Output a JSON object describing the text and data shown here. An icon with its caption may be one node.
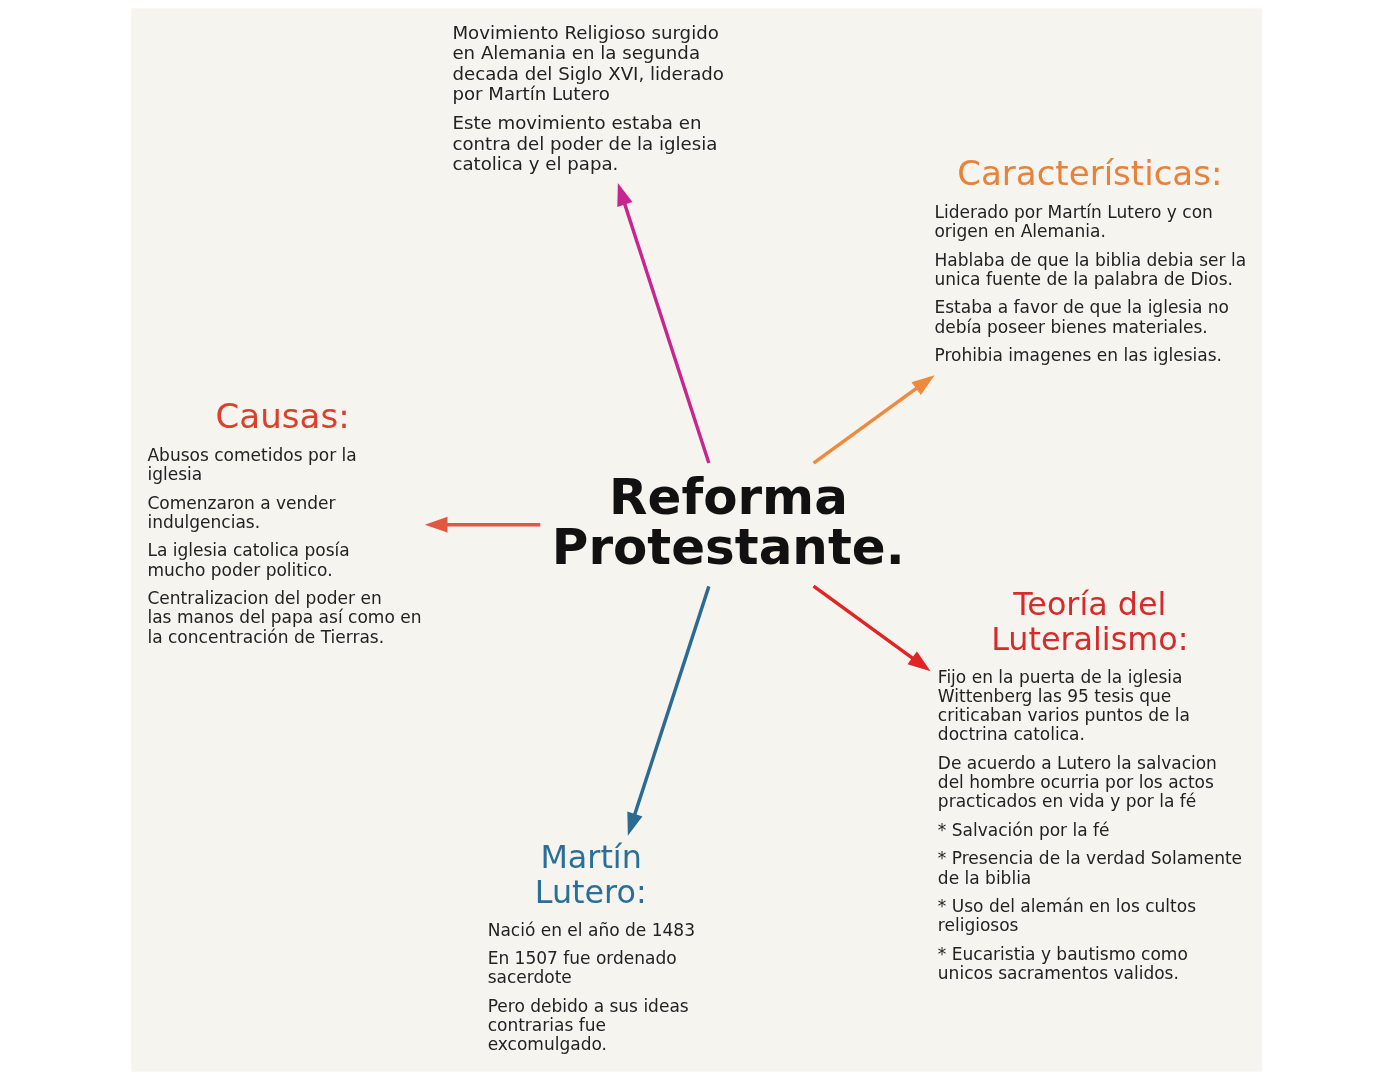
{
  "diagram": {
    "nodes": [
      {
        "text": [
          "Reforma Protestante."
        ]
      },
      {
        "text": [
          "Movimiento Religioso surgido en Alemania en la segunda decada del Siglo XVI, liderado por Martín Lutero",
          "Este movimiento estaba en contra del poder de la iglesia catolica y el papa."
        ]
      },
      {
        "text": [
          "Características:",
          "Liderado por Martín Lutero y con origen en Alemania.",
          "Hablaba de que la biblia debia ser la unica fuente de la palabra de Dios.",
          "Estaba a favor de que la iglesia no debía poseer bienes materiales.",
          "Prohibia imagenes en las iglesias."
        ]
      },
      {
        "text": [
          "Causas:",
          "Abusos cometidos por la iglesia",
          "Comenzaron a vender indulgencias.",
          "La iglesia catolica posía mucho poder politico.",
          "Centralizacion del poder en las manos del papa así como en la concentración de Tierras."
        ]
      },
      {
        "text": [
          "Martín Lutero:",
          "Nació en el año de 1483",
          "En 1507 fue ordenado sacerdote",
          "Pero debido a sus ideas contrarias fue excomulgado."
        ]
      },
      {
        "text": [
          "Teoría del Luteralismo:",
          "Fijo en la puerta de la iglesia Wittenberg las 95 tesis que criticaban varios puntos de la doctrina catolica.",
          "De acuerdo a Lutero la salvacion del hombre ocurria por los actos practicados en vida y por la fé",
          "* Salvación por la fé",
          "* Presencia de la verdad Solamente de la biblia",
          "* Uso del alemán en los cultos religiosos",
          "* Eucaristia y bautismo como unicos sacramentos validos."
        ]
      }
    ],
    "edges": [
      {
        "from": 0,
        "to": 1,
        "arrow": "to",
        "color": "#c8268f"
      },
      {
        "from": 0,
        "to": 2,
        "arrow": "to",
        "color": "#ef8a3c"
      },
      {
        "from": 0,
        "to": 5,
        "arrow": "to",
        "color": "#e02424"
      },
      {
        "from": 0,
        "to": 4,
        "arrow": "to",
        "color": "#2b6a93"
      },
      {
        "from": 0,
        "to": 3,
        "arrow": "to",
        "color": "#e2573f"
      }
    ]
  }
}
